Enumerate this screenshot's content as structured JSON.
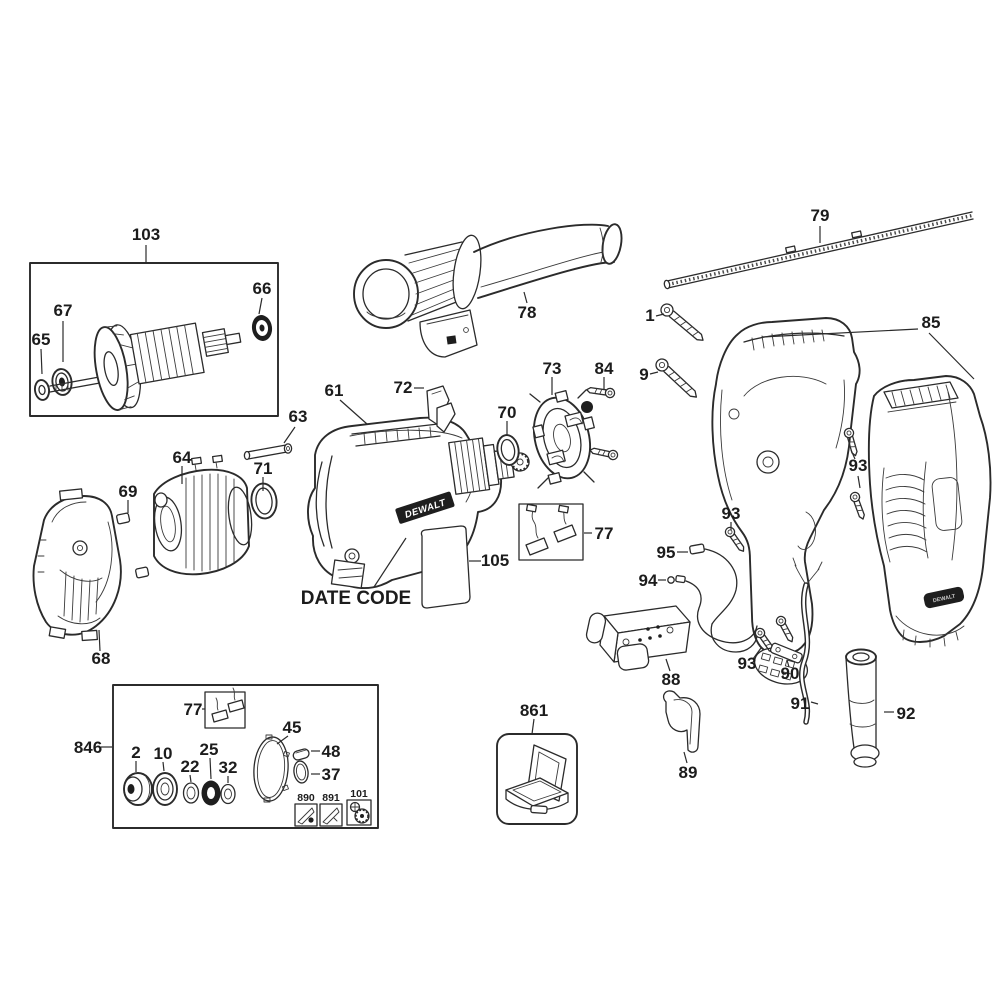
{
  "diagram": {
    "type": "exploded_parts_diagram",
    "product": "power drill service parts schematic",
    "background_color": "#ffffff",
    "line_color": "#2b2b2b",
    "brand_logo_text": "DEWALT",
    "date_code_label": "DATE CODE",
    "part_labels": {
      "n1": "1",
      "n2": "2",
      "n9": "9",
      "n10": "10",
      "n22": "22",
      "n25": "25",
      "n32": "32",
      "n37": "37",
      "n45": "45",
      "n48": "48",
      "n61": "61",
      "n63": "63",
      "n64": "64",
      "n65": "65",
      "n66": "66",
      "n67": "67",
      "n68": "68",
      "n69": "69",
      "n70": "70",
      "n71": "71",
      "n72": "72",
      "n73": "73",
      "n77": "77",
      "n78": "78",
      "n79": "79",
      "n84": "84",
      "n85": "85",
      "n88": "88",
      "n89": "89",
      "n90": "90",
      "n91": "91",
      "n92": "92",
      "n93": "93",
      "n94": "94",
      "n95": "95",
      "n101": "101",
      "n103": "103",
      "n105": "105",
      "n846": "846",
      "n861": "861",
      "n890": "890",
      "n891": "891"
    }
  }
}
